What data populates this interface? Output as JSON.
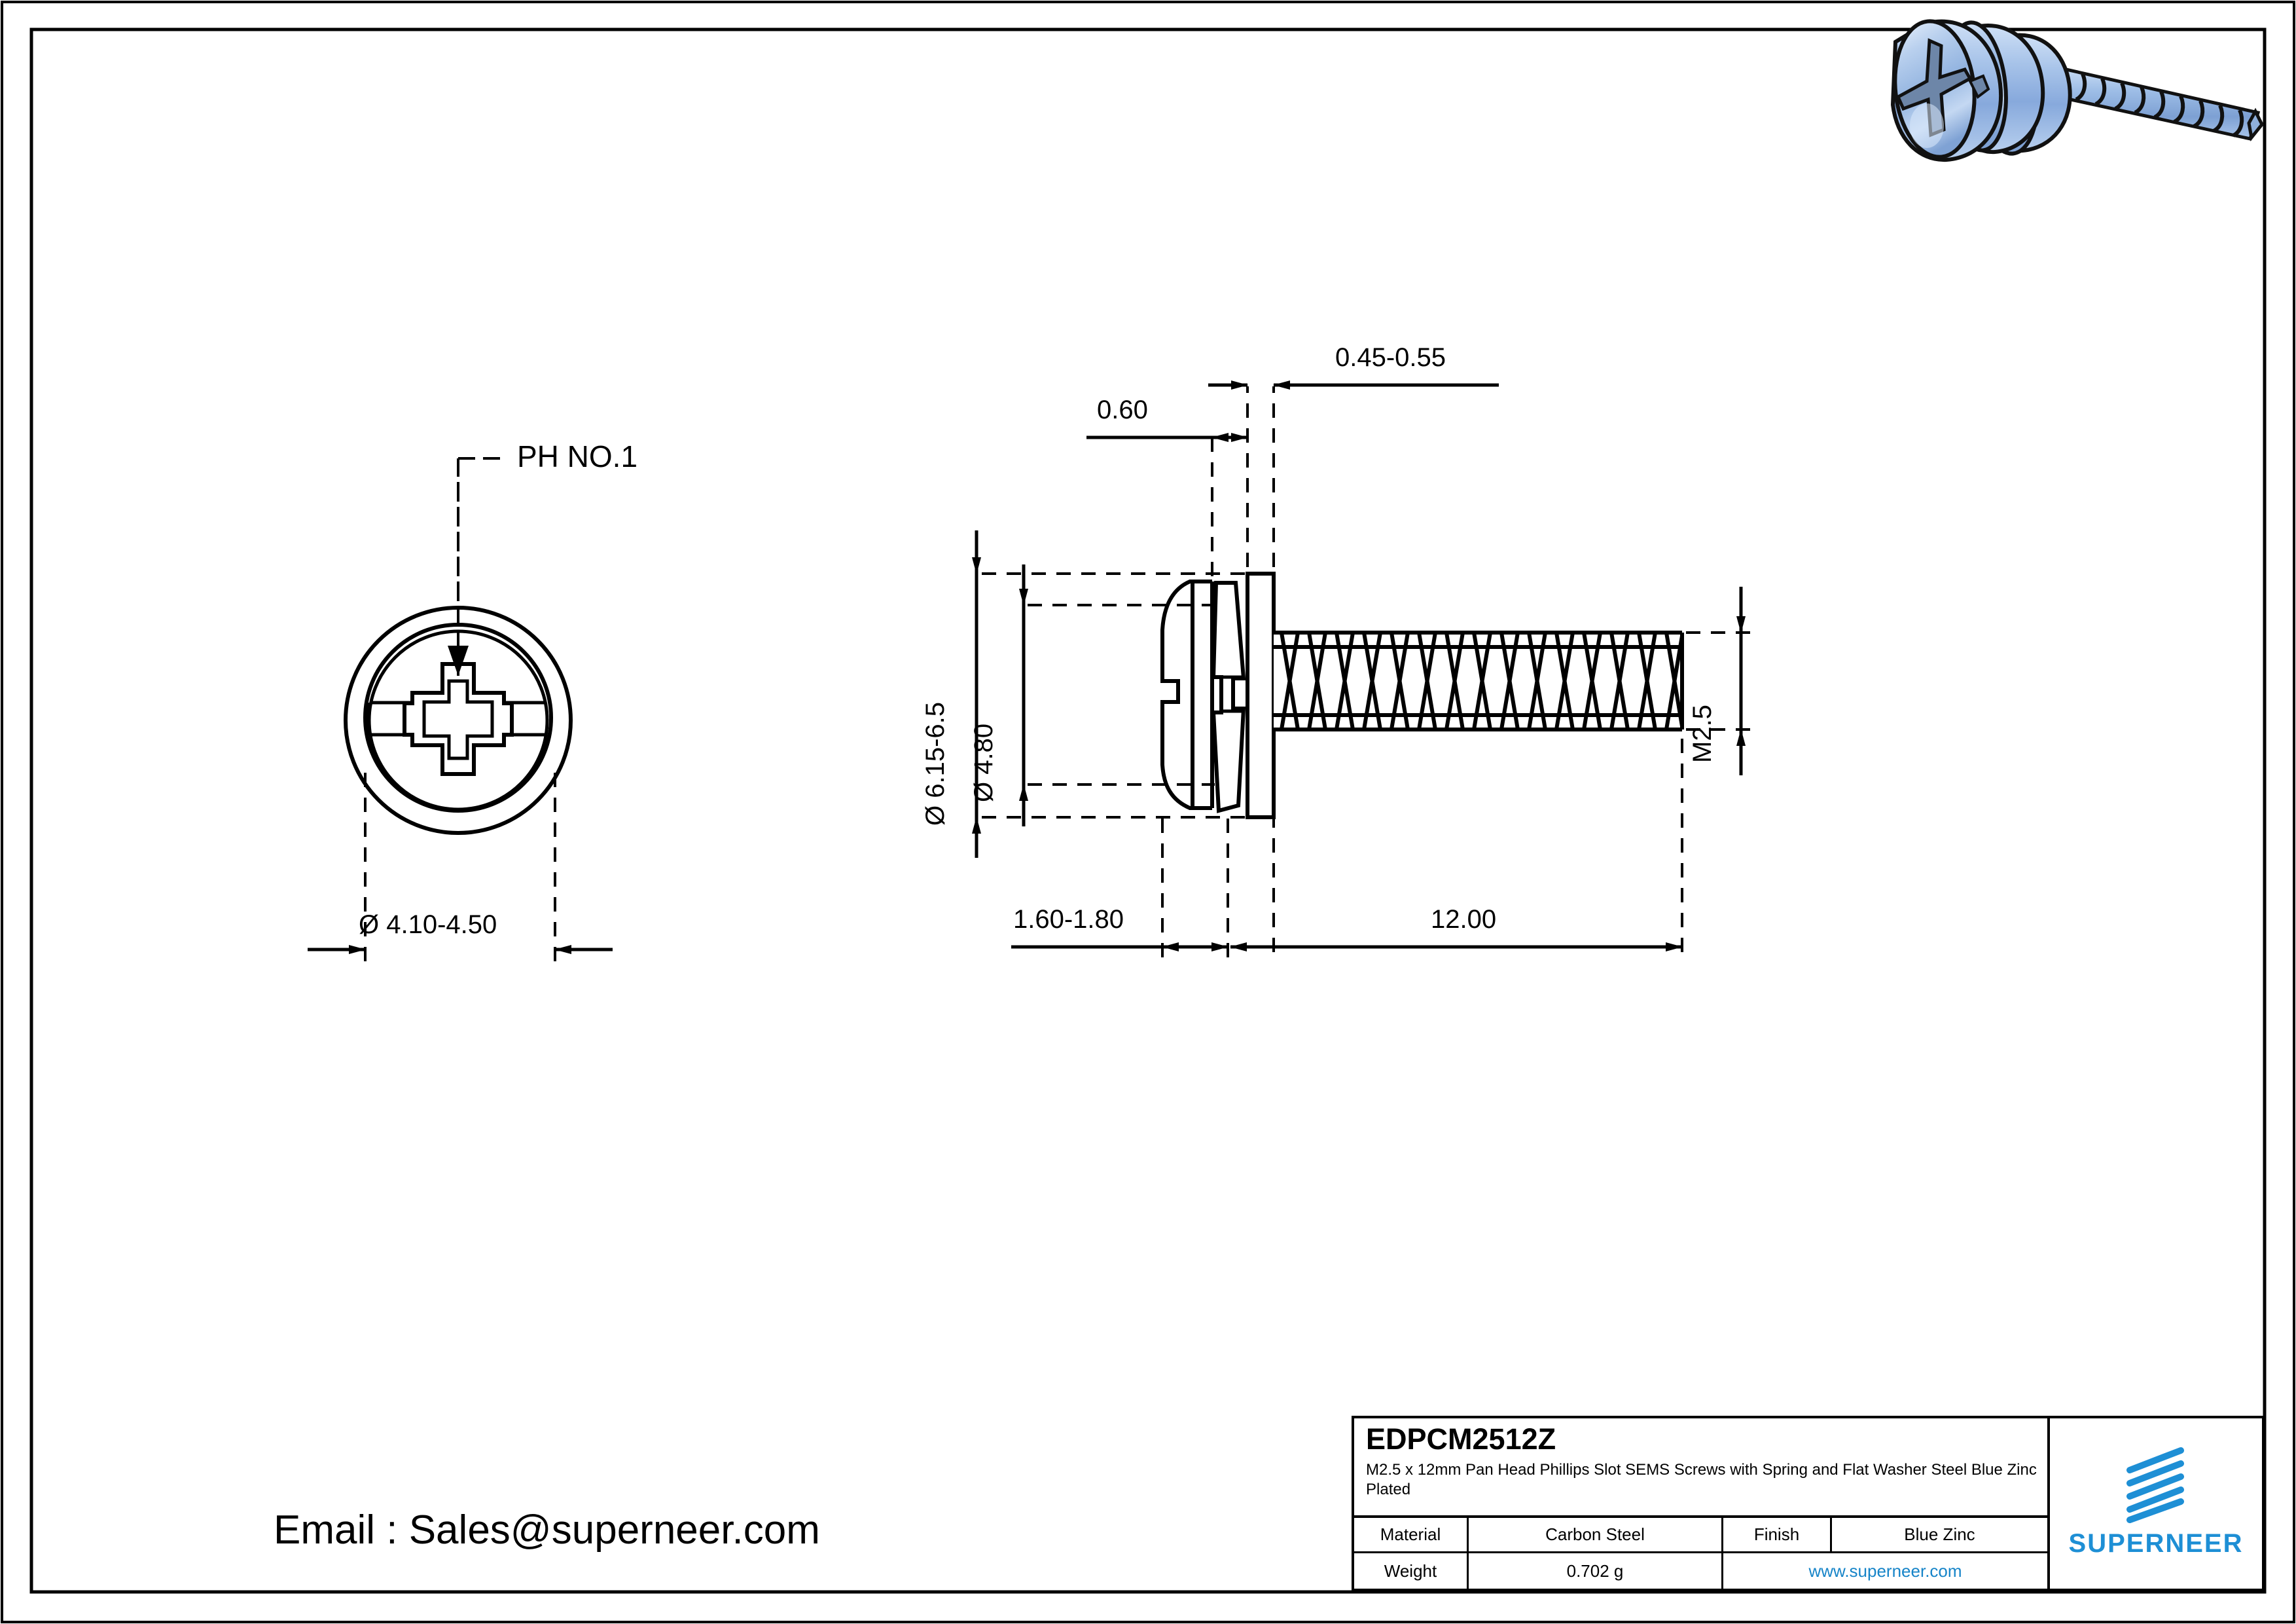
{
  "drawing": {
    "view_end": {
      "label_callout": "PH NO.1",
      "dimension_diameter": "Ø 4.10-4.50"
    },
    "view_side": {
      "dim_washer_thickness": "0.45-0.55",
      "dim_spring_washer": "0.60",
      "dim_head_outer_diameter": "Ø 6.15-6.5",
      "dim_head_diameter": "Ø 4.80",
      "dim_thread_size": "M2.5",
      "dim_head_height": "1.60-1.80",
      "dim_thread_length": "12.00"
    }
  },
  "title_block": {
    "part_number": "EDPCM2512Z",
    "description": "M2.5 x 12mm Pan Head Phillips Slot SEMS Screws with Spring and Flat Washer Steel Blue Zinc Plated",
    "rows": [
      {
        "label": "Material",
        "value": "Carbon Steel",
        "label2": "Finish",
        "value2": "Blue Zinc"
      },
      {
        "label": "Weight",
        "value": "0.702 g",
        "url": "www.superneer.com"
      }
    ],
    "logo_word": "SUPERNEER"
  },
  "contact": {
    "email_line": "Email : Sales@superneer.com"
  },
  "colors": {
    "line": "#000000",
    "brand_blue": "#1e8fd5",
    "link_blue": "#1684c8",
    "render_body": "#aac4e8",
    "render_highlight": "#dce9f8",
    "render_shadow": "#5b7bb0"
  }
}
